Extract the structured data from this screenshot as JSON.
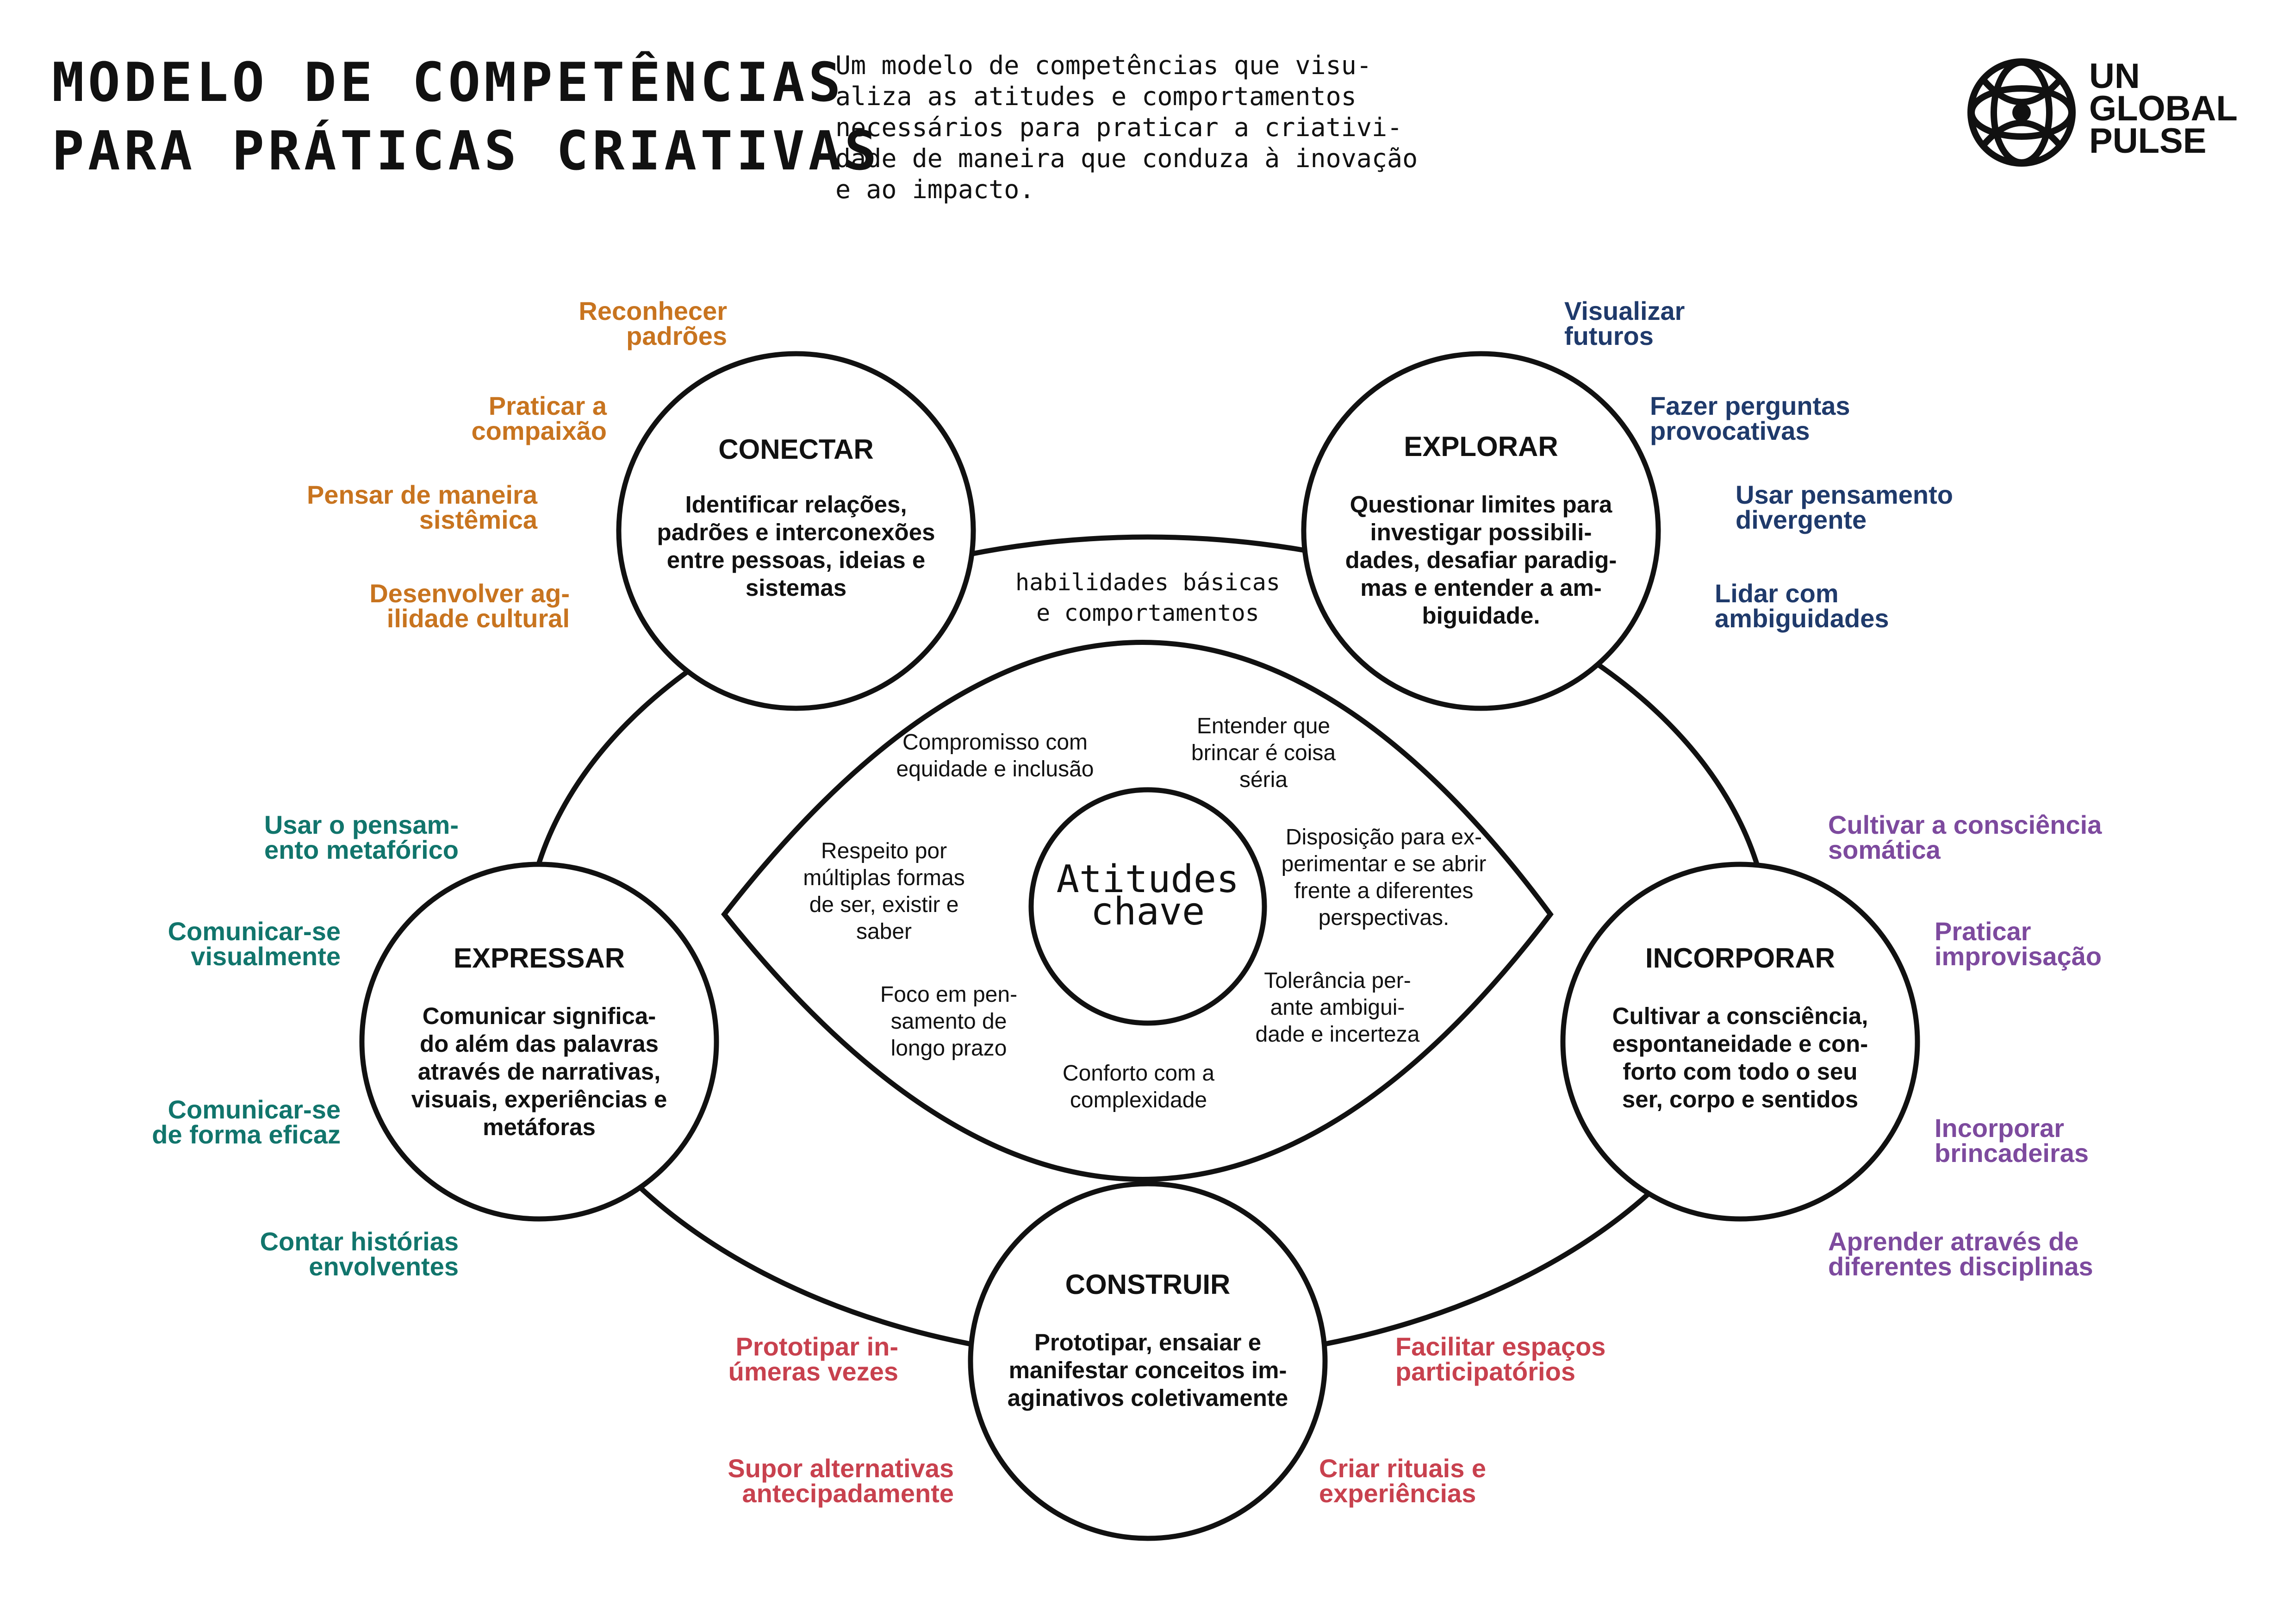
{
  "header": {
    "title_lines": [
      "MODELO DE COMPETÊNCIAS",
      "PARA PRÁTICAS CRIATIVAS"
    ],
    "intro_lines": [
      "Um modelo de competências que visu-",
      "aliza as atitudes e comportamentos",
      "necessários para praticar a criativi-",
      "dade de maneira que conduza à inovação",
      "e ao impacto."
    ]
  },
  "logo": {
    "lines": [
      "UN",
      "GLOBAL",
      "PULSE"
    ],
    "icon": "globe-sphere-icon"
  },
  "colors": {
    "conectar": "#c8741f",
    "explorar": "#1f3a6b",
    "expressar": "#11756c",
    "incorporar": "#7d4a9e",
    "construir": "#c8414e",
    "ink": "#111111",
    "background": "#ffffff"
  },
  "ring_label": [
    "habilidades básicas",
    "e comportamentos"
  ],
  "core": {
    "lines": [
      "Atitudes",
      "chave"
    ]
  },
  "attitudes": [
    {
      "lines": [
        "Compromisso com",
        "equidade e inclusão"
      ]
    },
    {
      "lines": [
        "Entender que",
        "brincar é coisa",
        "séria"
      ]
    },
    {
      "lines": [
        "Respeito por",
        "múltiplas formas",
        "de ser, existir e",
        "saber"
      ]
    },
    {
      "lines": [
        "Disposição para ex-",
        "perimentar e se abrir",
        "frente a diferentes",
        "perspectivas."
      ]
    },
    {
      "lines": [
        "Foco em pen-",
        "samento de",
        "longo prazo"
      ]
    },
    {
      "lines": [
        "Tolerância per-",
        "ante ambigui-",
        "dade e incerteza"
      ]
    },
    {
      "lines": [
        "Conforto com a",
        "complexidade"
      ]
    }
  ],
  "competencies": {
    "conectar": {
      "title": "CONECTAR",
      "description": [
        "Identificar relações,",
        "padrões e interconexões",
        "entre pessoas, ideias e",
        "sistemas"
      ],
      "skills": [
        {
          "lines": [
            "Reconhecer",
            "padrões"
          ]
        },
        {
          "lines": [
            "Praticar a",
            "compaixão"
          ]
        },
        {
          "lines": [
            "Pensar de maneira",
            "sistêmica"
          ]
        },
        {
          "lines": [
            "Desenvolver ag-",
            "ilidade cultural"
          ]
        }
      ]
    },
    "explorar": {
      "title": "EXPLORAR",
      "description": [
        "Questionar limites para",
        "investigar possibili-",
        "dades, desafiar paradig-",
        "mas e entender a am-",
        "biguidade."
      ],
      "skills": [
        {
          "lines": [
            "Visualizar",
            "futuros"
          ]
        },
        {
          "lines": [
            "Fazer perguntas",
            "provocativas"
          ]
        },
        {
          "lines": [
            "Usar pensamento",
            "divergente"
          ]
        },
        {
          "lines": [
            "Lidar com",
            "ambiguidades"
          ]
        }
      ]
    },
    "expressar": {
      "title": "EXPRESSAR",
      "description": [
        "Comunicar significa-",
        "do além das palavras",
        "através de narrativas,",
        "visuais, experiências e",
        "metáforas"
      ],
      "skills": [
        {
          "lines": [
            "Usar o pensam-",
            "ento metafórico"
          ]
        },
        {
          "lines": [
            "Comunicar-se",
            "visualmente"
          ]
        },
        {
          "lines": [
            "Comunicar-se",
            "de forma eficaz"
          ]
        },
        {
          "lines": [
            "Contar histórias",
            "envolventes"
          ]
        }
      ]
    },
    "incorporar": {
      "title": "INCORPORAR",
      "description": [
        "Cultivar a consciência,",
        "espontaneidade e con-",
        "forto com todo o seu",
        "ser, corpo e sentidos"
      ],
      "skills": [
        {
          "lines": [
            "Cultivar a consciência",
            "somática"
          ]
        },
        {
          "lines": [
            "Praticar",
            "improvisação"
          ]
        },
        {
          "lines": [
            "Incorporar",
            "brincadeiras"
          ]
        },
        {
          "lines": [
            "Aprender através de",
            "diferentes disciplinas"
          ]
        }
      ]
    },
    "construir": {
      "title": "CONSTRUIR",
      "description": [
        "Prototipar, ensaiar e",
        "manifestar conceitos im-",
        "aginativos coletivamente"
      ],
      "skills": [
        {
          "lines": [
            "Prototipar in-",
            "úmeras vezes"
          ]
        },
        {
          "lines": [
            "Supor alternativas",
            "antecipadamente"
          ]
        },
        {
          "lines": [
            "Facilitar espaços",
            "participatórios"
          ]
        },
        {
          "lines": [
            "Criar rituais e",
            "experiências"
          ]
        }
      ]
    }
  }
}
